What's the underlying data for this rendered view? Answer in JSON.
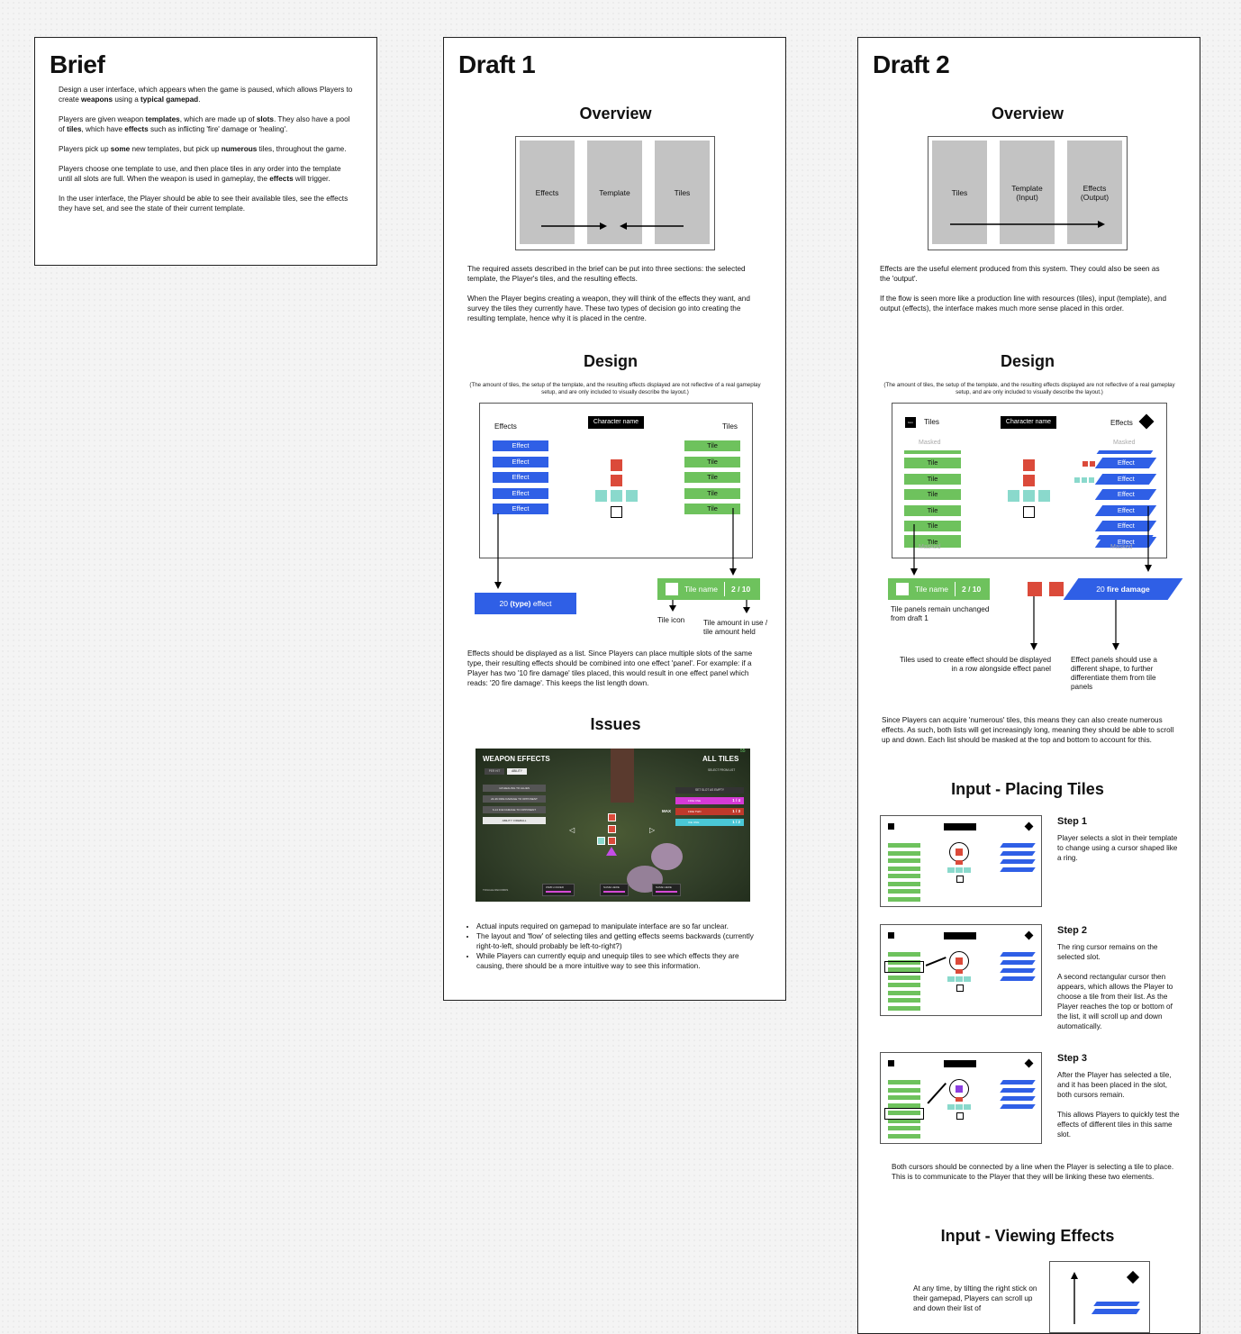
{
  "brief": {
    "title": "Brief",
    "p1": [
      "Design a user interface, which appears when the game is paused, which allows Players to create ",
      "weapons",
      " using a ",
      "typical gamepad",
      "."
    ],
    "p2": [
      "Players are given weapon ",
      "templates",
      ", which are made up of ",
      "slots",
      ". They also have a pool of ",
      "tiles",
      ", which have ",
      "effects",
      " such as inflicting 'fire' damage or 'healing'."
    ],
    "p3": [
      "Players pick up ",
      "some",
      " new templates, but pick up ",
      "numerous",
      " tiles, throughout the game."
    ],
    "p4": [
      "Players choose one template to use, and then place tiles in any order into the template until all slots are full. When the weapon is used in gameplay, the ",
      "effects",
      " will trigger."
    ],
    "p5": "In the user interface, the Player should be able to see their available tiles, see the effects they have set, and see the state of their current template."
  },
  "draft1": {
    "title": "Draft 1",
    "overview_heading": "Overview",
    "cols": [
      "Effects",
      "Template",
      "Tiles"
    ],
    "overview_p1": "The required assets described in the brief can be put into three sections: the selected template, the Player's tiles, and the resulting effects.",
    "overview_p2": "When the Player begins creating a weapon, they will think of the effects they want, and survey the tiles they currently have. These two types of decision go into creating the resulting template, hence why it is placed in the centre.",
    "design_heading": "Design",
    "design_note": "(The amount of tiles, the setup of the template, and the resulting effects displayed are not reflective of a real gameplay setup, and are only included to visually describe the layout.)",
    "effects_label": "Effects",
    "character_name": "Character name",
    "tiles_label": "Tiles",
    "effect_item": "Effect",
    "tile_item": "Tile",
    "effect_panel_prefix": "20 ",
    "effect_panel_type": "(type)",
    "effect_panel_suffix": " effect",
    "tile_panel_name": "Tile name",
    "tile_panel_count": "2 / 10",
    "tile_icon_label": "Tile icon",
    "tile_amount_label": "Tile amount in use / tile amount held",
    "design_p": "Effects should be displayed as a list. Since Players can place multiple slots of the same type, their resulting effects should be combined into one effect 'panel'. For example: if a Player has two '10 fire damage' tiles placed, this would result in one effect panel which reads: '20 fire damage'. This keeps the list length down.",
    "issues_heading": "Issues",
    "game": {
      "weapon_effects": "WEAPON EFFECTS",
      "all_tiles": "ALL TILES",
      "corner": "55",
      "tab1": "PER HIT",
      "tab2": "ABILITY",
      "select_from_list": "SELECT FROM LIST",
      "effects": [
        "4-8 HEALING TO ALLIES",
        "24-36 FIRE DAMAGE TO OPPONENT",
        "6-14 ICE DAMAGE TO OPPONENT",
        "ABILITY: FIREBALL"
      ],
      "set_slot": "SET SLOT AS EMPTY",
      "tile_rows": [
        {
          "name": "FIRE ONE",
          "count": "1 / 4"
        },
        {
          "name": "FIRE TWO",
          "count": "1 / 3"
        },
        {
          "name": "ICE ONE",
          "count": "1 / 2"
        }
      ],
      "max": "MAX",
      "toggle": "TOGGLE RECORDS",
      "bottom": [
        "WEB LOADED",
        "NAME HERE",
        "NAME HERE"
      ]
    },
    "issues": [
      "Actual inputs required on gamepad to manipulate interface are so far unclear.",
      "The layout and 'flow' of selecting tiles and getting effects seems backwards (currently right-to-left, should probably be left-to-right?)",
      "While Players can currently equip and unequip tiles to see which effects they are causing, there should be a more intuitive way to see this information."
    ]
  },
  "draft2": {
    "title": "Draft 2",
    "overview_heading": "Overview",
    "cols": [
      "Tiles",
      "Template (Input)",
      "Effects (Output)"
    ],
    "overview_p1": "Effects are the useful element produced from this system. They could also be seen as the 'output'.",
    "overview_p2": "If the flow is seen more like a production line with resources (tiles), input (template), and output (effects), the interface makes much more sense placed in this order.",
    "design_heading": "Design",
    "design_note": "(The amount of tiles, the setup of the template, and the resulting effects displayed are not reflective of a real gameplay setup, and are only included to visually describe the layout.)",
    "icon": "Icon",
    "tiles_label": "Tiles",
    "character_name": "Character name",
    "effects_label": "Effects",
    "masked": "Masked",
    "tile_item": "Tile",
    "effect_item": "Effect",
    "tile_panel_name": "Tile name",
    "tile_panel_count": "2 / 10",
    "fire_damage_prefix": "20 ",
    "fire_damage_bold": "fire damage",
    "tile_panels_note": "Tile panels remain unchanged from draft 1",
    "tiles_used_note": "Tiles used to create effect should be displayed in a row alongside effect panel",
    "effect_shape_note": "Effect panels should use a different shape, to further differentiate them from tile panels",
    "design_p": "Since Players can acquire 'numerous' tiles, this means they can also create numerous effects. As such, both lists will get increasingly long, meaning they should be able to scroll up and down. Each list should be masked at the top and bottom to account for this.",
    "input_heading": "Input - Placing Tiles",
    "steps": [
      {
        "title": "Step 1",
        "text": [
          "Player selects a slot in their template to change using a cursor shaped like a ring."
        ]
      },
      {
        "title": "Step 2",
        "text": [
          "The ring cursor remains on the selected slot.",
          "A second rectangular cursor then appears, which allows the Player to choose a tile from their list. As the Player reaches the top or bottom of the list, it will scroll up and down automatically."
        ]
      },
      {
        "title": "Step 3",
        "text": [
          "After the Player has selected a tile, and it has been placed in the slot, both cursors remain.",
          "This allows Players to quickly test the effects of different tiles in this same slot."
        ]
      }
    ],
    "cursor_note": "Both cursors should be connected by a line when the Player is selecting a tile to place. This is to communicate to the Player that they will be linking these two elements.",
    "view_heading": "Input - Viewing Effects",
    "view_text": "At any time, by tilting the right stick on their gamepad, Players can scroll up and down their list of"
  }
}
